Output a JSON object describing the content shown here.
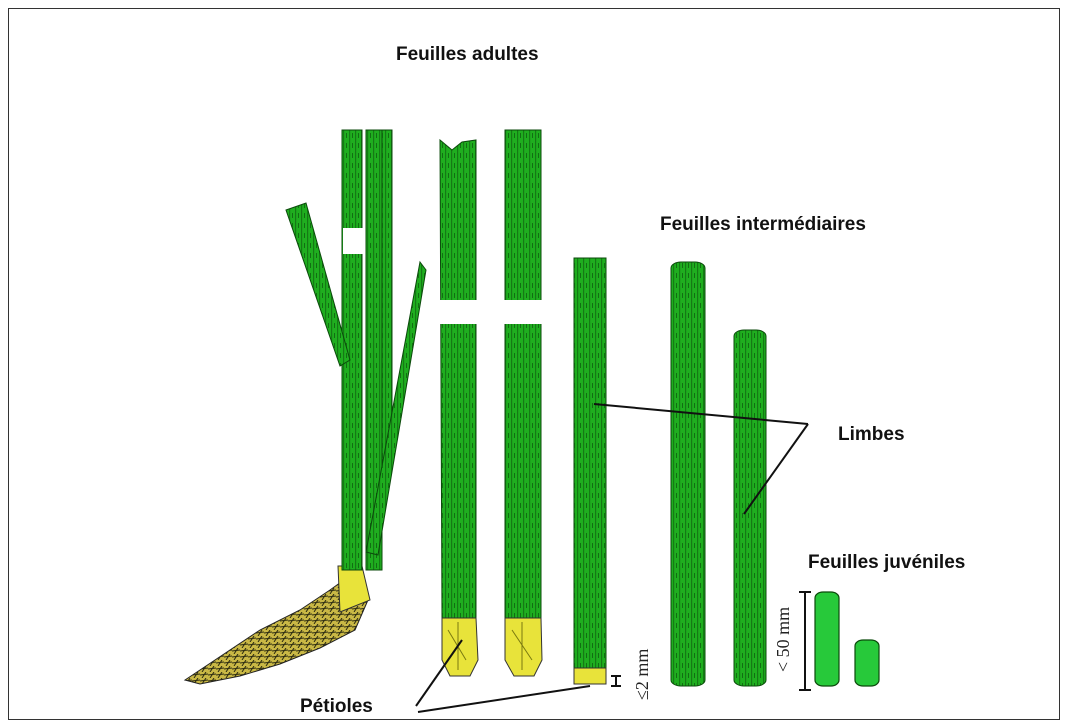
{
  "labels": {
    "adultes": "Feuilles adultes",
    "intermediaires": "Feuilles intermédiaires",
    "juveniles": "Feuilles juvéniles",
    "limbes": "Limbes",
    "petioles": "Pétioles"
  },
  "measures": {
    "petiole_length": "≤2 mm",
    "juvenile_length": "< 50 mm"
  },
  "colors": {
    "leaf_green": "#1fae1f",
    "leaf_dark": "#157a15",
    "petiole_yellow": "#e8e33a",
    "juvenile_green": "#27c93a",
    "line": "#111111"
  }
}
